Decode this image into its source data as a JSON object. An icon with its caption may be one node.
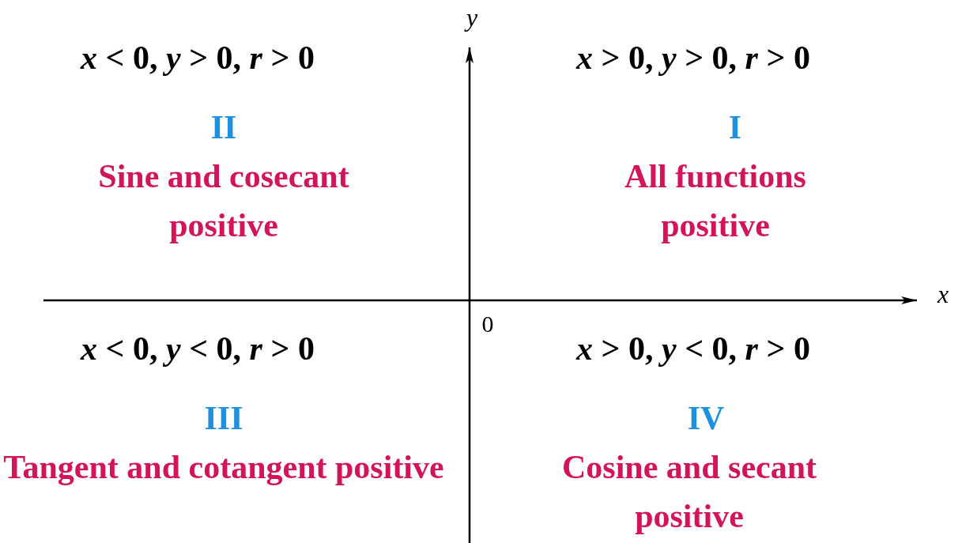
{
  "diagram": {
    "labels": [
      "y",
      "*x* < 0, *y* > 0, *r* > 0",
      "*x* > 0, *y* > 0, *r* > 0",
      "II",
      "I",
      "Sine and cosecant positive",
      "All functions positive",
      "x",
      "0",
      "*x* < 0, *y* < 0, *r* > 0",
      "*x* > 0, *y* < 0, *r* > 0",
      "III",
      "IV",
      "Tangent and cotangent positive",
      "Cosine and secant positive"
    ]
  }
}
